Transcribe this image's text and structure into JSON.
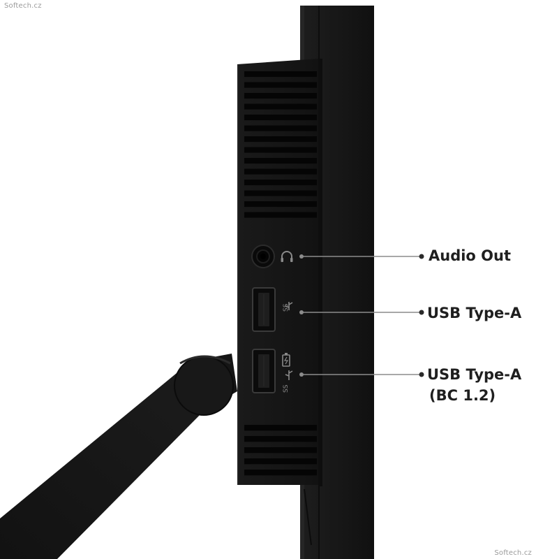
{
  "watermarks": {
    "top_left": "Softech.cz",
    "bottom_right": "Softech.cz"
  },
  "callouts": [
    {
      "id": "audio-out",
      "label_lines": [
        "Audio Out"
      ]
    },
    {
      "id": "usb-a-1",
      "label_lines": [
        "USB Type-A"
      ]
    },
    {
      "id": "usb-a-2",
      "label_lines": [
        "USB Type-A",
        "(BC 1.2)"
      ]
    }
  ],
  "icons": {
    "audio_port": "headphone-icon",
    "usb_port_1": "usb-ss-icon",
    "usb_port_2": "usb-ss-icon",
    "usb_port_2_extra": "battery-charging-icon"
  },
  "colors": {
    "background": "#ffffff",
    "device_body": "#141414",
    "callout_line": "#8c8c8c",
    "label_text": "#1f1f1f"
  }
}
